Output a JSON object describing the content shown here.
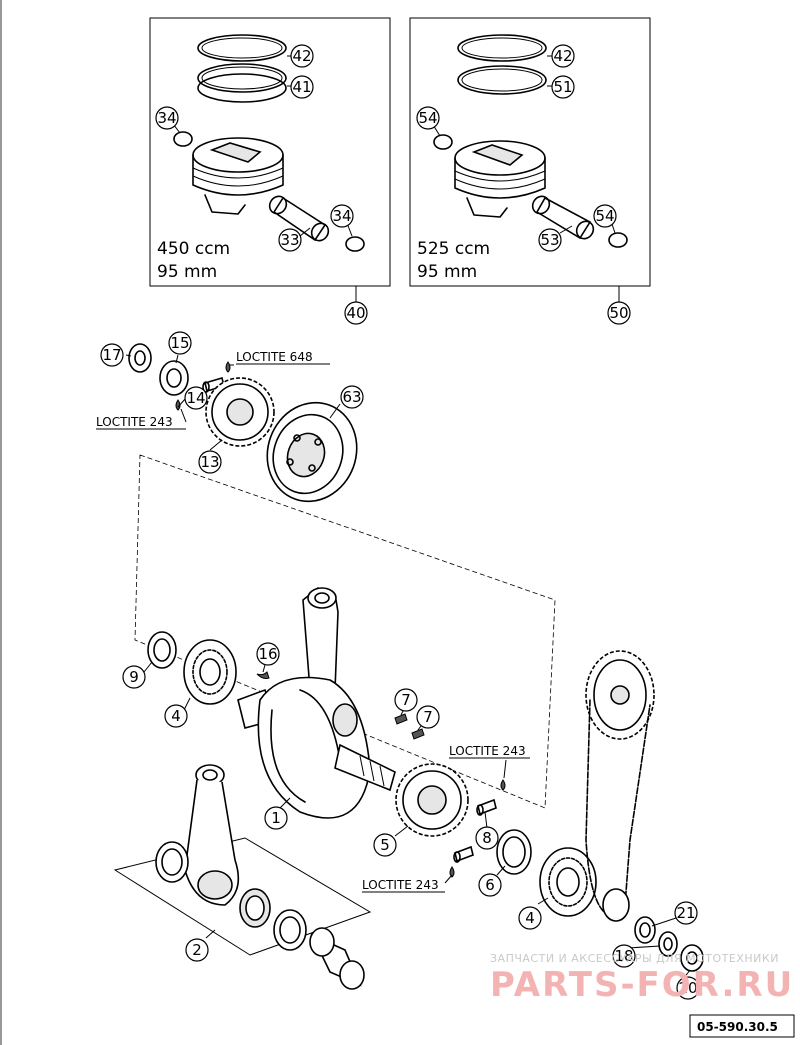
{
  "panels": [
    {
      "id": "450",
      "displacement": "450 ccm",
      "bore": "95 mm",
      "assembly": "40"
    },
    {
      "id": "525",
      "displacement": "525 ccm",
      "bore": "95 mm",
      "assembly": "50"
    }
  ],
  "callouts": {
    "p42a": "42",
    "p41": "41",
    "p34a": "34",
    "p34b": "34",
    "p33": "33",
    "p40": "40",
    "p42b": "42",
    "p51": "51",
    "p54a": "54",
    "p54b": "54",
    "p53": "53",
    "p50": "50",
    "p17": "17",
    "p15": "15",
    "p14": "14",
    "p13": "13",
    "p63": "63",
    "p9": "9",
    "p4a": "4",
    "p16": "16",
    "p7a": "7",
    "p7b": "7",
    "p1": "1",
    "p5": "5",
    "p8": "8",
    "p6": "6",
    "p4b": "4",
    "p2": "2",
    "p21": "21",
    "p18": "18",
    "p20": "20"
  },
  "notes": {
    "loctite_648": "LOCTITE 648",
    "loctite_243_a": "LOCTITE 243",
    "loctite_243_b": "LOCTITE 243",
    "loctite_243_c": "LOCTITE 243"
  },
  "watermark": {
    "tagline": "ЗАПЧАСТИ И АКСЕССУАРЫ ДЛЯ МОТОТЕХНИКИ",
    "site": "PARTS-FOR.RU"
  },
  "drawing_code": "05-590.30.5"
}
